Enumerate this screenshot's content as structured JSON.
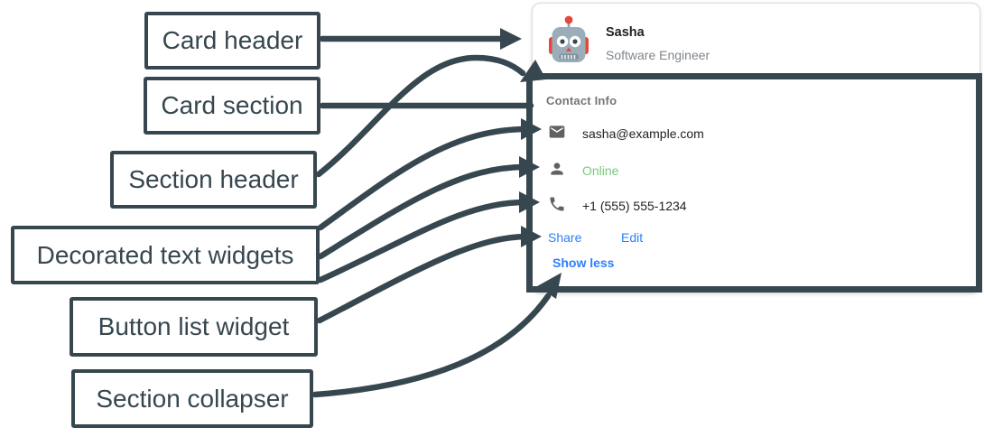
{
  "annotations": {
    "labels": [
      {
        "text": "Card header",
        "points_to": "card header area"
      },
      {
        "text": "Card section",
        "points_to": "outlined card section"
      },
      {
        "text": "Section header",
        "points_to": "Contact Info header"
      },
      {
        "text": "Decorated text widgets",
        "points_to": "email, status and phone rows"
      },
      {
        "text": "Button list widget",
        "points_to": "Share / Edit button row"
      },
      {
        "text": "Section collapser",
        "points_to": "Show less link"
      }
    ]
  },
  "card": {
    "header": {
      "avatar_icon": "robot-avatar-icon",
      "name": "Sasha",
      "role": "Software Engineer"
    },
    "section": {
      "title": "Contact Info",
      "rows": [
        {
          "icon": "email-icon",
          "text": "sasha@example.com"
        },
        {
          "icon": "person-icon",
          "text": "Online",
          "status": "online"
        },
        {
          "icon": "phone-icon",
          "text": "+1 (555) 555-1234"
        }
      ],
      "buttons": [
        {
          "label": "Share"
        },
        {
          "label": "Edit"
        }
      ],
      "collapser": {
        "label": "Show less"
      }
    }
  },
  "theme": {
    "annotation_color": "#37474f",
    "card_border_color": "#dadce0",
    "text_color": "#212121",
    "muted_color": "#80868b",
    "section_title_color": "#757575",
    "icon_color": "#616161",
    "online_color": "#77c97d",
    "link_color": "#2d7ff9",
    "avatar_head_color": "#9aadb8",
    "avatar_accent_color": "#e5473c"
  }
}
